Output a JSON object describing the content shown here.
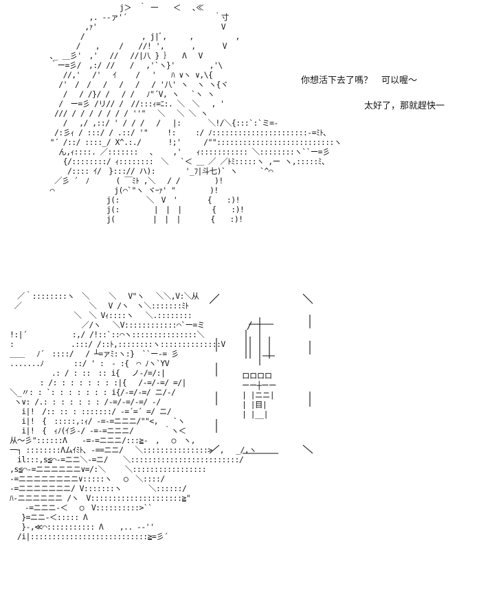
{
  "dialogue": {
    "line1": "你想活下去了嗎？　可以喔～",
    "line2": "太好了，那就趕快一"
  },
  "art": {
    "top": "                  j＞　｀ 一　　＜　 ､≪\n           ,. -‐ァ'´　　　　　　　　　　　 ｀寸\n          ,ｧ'　　　　　　　　　　　　　　　　 V\n         /　　　　　　　 , j|ﾞ,　　　,　　　　　 ,\n        /　　,　　 /　　//! ',　　　 ,　　　 V\n  ､_ ＿彡'　,'　 //　 //|八 } ｝　　Λ　 V\n  ｀ー=彡/　,:/ //　　/　 ,'`ヽ}'　　　　 ,'\\\n     //,'　 /'　 ｲ　　 /　 '　　ﾊ ∨ヽ ∨,\\{\n    /'　/　/　 /　 /　 / 　/ '八' ヽ  ヽ ヽ{ヾ\n     /　 / /}/ /　 / /　 ﾉ\"´V, ヽ　 `ヽ ヽ\n    /　ー=彡 /リ// /　//:::ｨ=ﾆ:. ＼　＼　 , '\n   /// / / / / / / / ''\" 　＼　 ＼ ＼ ヽ\n     /　 ,/ ,::/ ' / / /　 /　 |:　　　 ＼!/＼{:::`:`ミ=-\n   /:彡ｨ / :::/ / .::/ '\"　　 !:　　 :/ ﾉ::::::::::::::::::::::-=ﾐﾄ､\n  \"´ /::/ ::::_/ X^.:./　　　 !;'　　　/\"\":::::::::::::::::::::::::::ヽ\n    ん,ｨ::::. ／:::::::　 ､　　 ,'　　ｨ::::::::::: ＼::::::::ヽ``ー=彡\n     {/::::::::/ ｨ::::::::　＼　 `＜ ＿ ／ ／ﾄﾐ:::::ヽ ,ー ヽ,:::::ﾐ、\n      /:::: ｲ/　}:::// ハ):　　　　'_ﾌ|斗七)` ヽ　　　`^⌒\n   ／彡 ´　ﾉ 　　　( ￣ﾐﾄ ,＼ 　/ /　　　　 )!\n  ⌒　　　　　　　　j(⌒`\"ヽ ヾｰｧ' \"　　　　 )!\n               j(:　　　 ＼　V　'　　　　{　　:)!\n               j(:　　　　 |　|　|　　　　{　　:)!\n               j(　　　　　|　|　|　　　　{　　:)!",
    "bottom": "　／｀::::::::ヽ　＼　　 ＼ 　V\"ヽ　 ＼＼,V:＼从\n ／　　　　　　　　　＼　 V /ヽ　ヽ＼:::::::ﾐﾄ\n　　　　　　　　 ＼　＼ Vｨ::::ヽ　 ＼.::::::::\n　　　　　　　　　 ／/ヽ　 ＼V::::::::::::⌒`ー=ミ\n!:|´　　　　　　:,/ /!::`::⌒ヽ:::::::::::::::＼\n:　　　　　　　 .:::/ /::ﾄ,::::::::ヽ::::::::::::::V\n＿＿　 ﾉ´　::::/ 　/ ┴=ァﾐ:ヽ:}　``ー-= 彡\n.......ﾉ　　　　::/ ' :　- :{　⌒ ﾉヽ`YV\n　　　　　 .: / : ::　:: i{　 ノ-/=/:|\n　　　　: /: : : : : : : :|{　 /-=/-=/ =/|\n＼_〃: : `: : : : : : : i{/-=/-=/ ニ/-/\n ヽ∨: /.: : : : : : : /-=/-=/-=/ -/\n　 i|!　/:: :: : :::::::/ -=´=´ =/ ニ/\n　 i|!　{　:::::,:ｨ/ -=-=ニニニ/\"\"<,　　`ヽ\n　 i|!　{　ｨﾉ(ｲ彡-/ -=-=ニニニ/　　　　｀ヽ＜\n从〜彡\"::::::Λ　　-=-=ニニニ/:::≧-　,　 ○　ヽ,\n一┐ ::::::::Λムｲﾐﾄ､ -==ニニ/　 ＼:::::::::::::::>　,　 _/,ヽ\n　il:::,s≦⌒-=ニニ＼-=ニ/　　＼:::::::::::::::::::::::::/\n,s≦⌒-=ニニニニニニ∨=/:＼　　 ＼:::::::::::::::::\n-=ニニニニニニニニ∨:::::ヽ　 ○　＼::::/\n-=ニニニニニニニ/ V:::::::ヽ　　　 ＼::::::/\nﾊ-ニニニニニニ /ヽ　V:::::::::::::::::::::≧\"\n　　-=ニニニ-＜　 ○　V::::::::::>``\n　 }=ニニ-＜::::: Λ\n　 }-,≪⌒::::::::::: Λ 　 ,.. -‐''\n　/i|:::::::::::::::::::::::::::≧=彡´"
  },
  "frame": {
    "kanji_top": "ロロロロ\nーー┼ーー\n| |ニニ|\n| |目|\n| |__|"
  }
}
